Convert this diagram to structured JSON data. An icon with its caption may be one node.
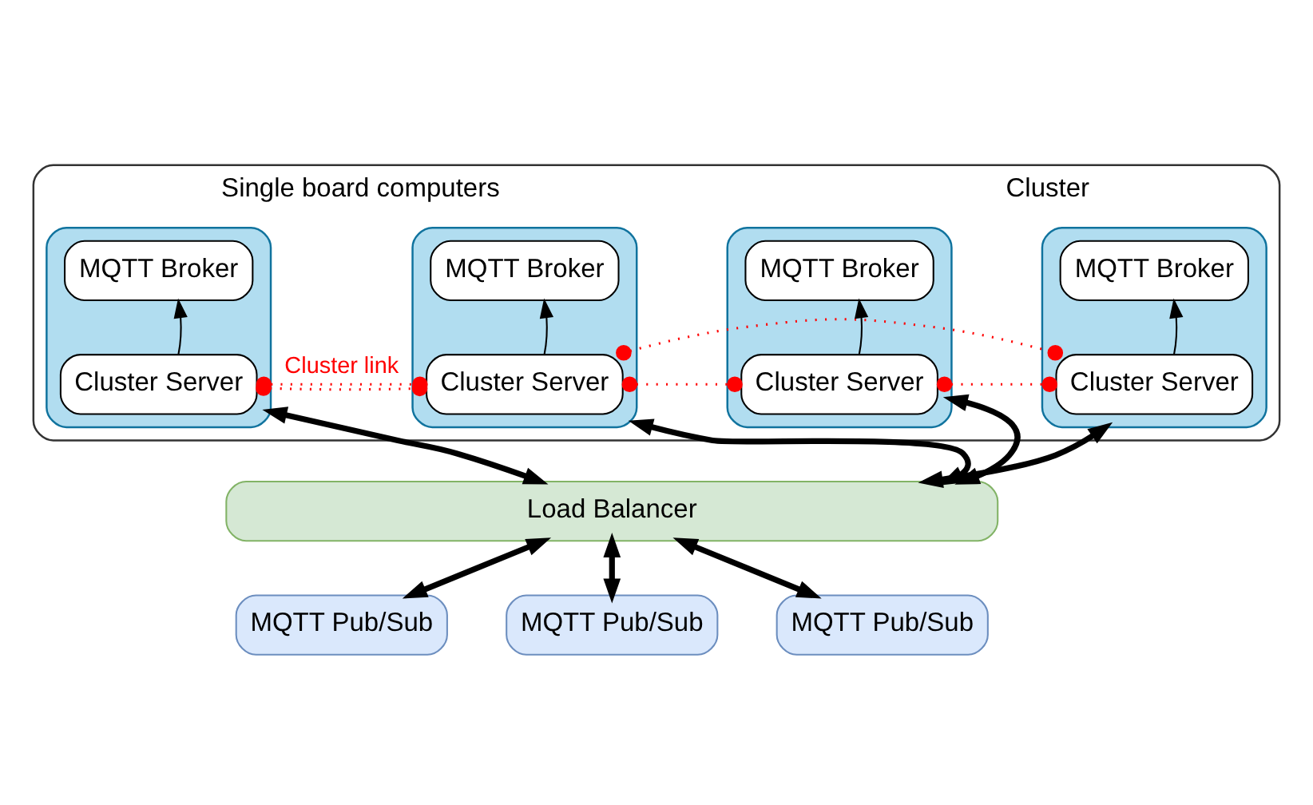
{
  "diagram": {
    "nodes": [
      {
        "text": [
          "Single board computers",
          "Cluster"
        ]
      },
      {
        "text": [],
        "shape": "box",
        "in": 0
      },
      {
        "text": [
          "MQTT Broker"
        ],
        "in": 1
      },
      {
        "text": [
          "Cluster Server"
        ],
        "in": 1
      },
      {
        "text": [],
        "shape": "box",
        "in": 0
      },
      {
        "text": [
          "MQTT Broker"
        ],
        "in": 4
      },
      {
        "text": [
          "Cluster Server"
        ],
        "in": 4
      },
      {
        "text": [],
        "shape": "box",
        "in": 0
      },
      {
        "text": [
          "MQTT Broker"
        ],
        "in": 7
      },
      {
        "text": [
          "Cluster Server"
        ],
        "in": 7
      },
      {
        "text": [],
        "shape": "box",
        "in": 0
      },
      {
        "text": [
          "MQTT Broker"
        ],
        "in": 10
      },
      {
        "text": [
          "Cluster Server"
        ],
        "in": 10
      },
      {
        "text": [
          "Load Balancer"
        ]
      },
      {
        "text": [
          "MQTT Pub/Sub"
        ]
      },
      {
        "text": [
          "MQTT Pub/Sub"
        ]
      },
      {
        "text": [
          "MQTT Pub/Sub"
        ]
      }
    ],
    "edges": [
      {
        "from": 3,
        "to": 2,
        "arrow": "to"
      },
      {
        "from": 6,
        "to": 5,
        "arrow": "to"
      },
      {
        "from": 9,
        "to": 8,
        "arrow": "to"
      },
      {
        "from": 12,
        "to": 11,
        "arrow": "to"
      },
      {
        "from": 3,
        "to": 6,
        "arrow": "other",
        "style": "dashed",
        "color": "#ff0000"
      },
      {
        "from": 6,
        "to": 9,
        "arrow": "other",
        "style": "dashed",
        "color": "#ff0000"
      },
      {
        "from": 9,
        "to": 12,
        "arrow": "other",
        "style": "dashed",
        "color": "#ff0000"
      },
      {
        "from": 3,
        "to": 6,
        "arrow": "other",
        "style": "dashed",
        "color": "#ff0000",
        "label": "Cluster link"
      },
      {
        "from": 6,
        "to": 12,
        "arrow": "other",
        "style": "dashed",
        "color": "#ff0000"
      },
      {
        "from": 13,
        "to": 1,
        "arrow": "both",
        "style": "thick"
      },
      {
        "from": 13,
        "to": 4,
        "arrow": "both",
        "style": "thick"
      },
      {
        "from": 13,
        "to": 7,
        "arrow": "both",
        "style": "thick"
      },
      {
        "from": 13,
        "to": 10,
        "arrow": "both",
        "style": "thick"
      },
      {
        "from": 13,
        "to": 14,
        "arrow": "both",
        "style": "thick"
      },
      {
        "from": 13,
        "to": 15,
        "arrow": "both",
        "style": "thick"
      },
      {
        "from": 13,
        "to": 16,
        "arrow": "both",
        "style": "thick"
      }
    ]
  }
}
